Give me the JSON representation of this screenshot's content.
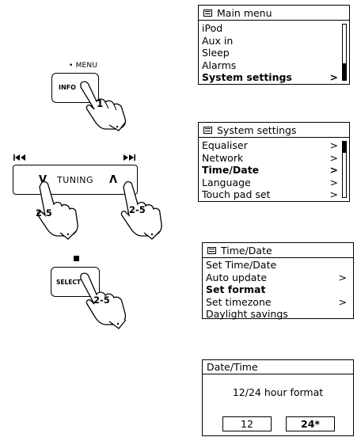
{
  "left_panel": {
    "info": {
      "label_above": "• MENU",
      "key_label": "INFO",
      "step": "1"
    },
    "tuning": {
      "prev_icon": "skip-back-icon",
      "next_icon": "skip-forward-icon",
      "down": "V",
      "label": "TUNING",
      "up": "Λ",
      "step_left": "2-5",
      "step_right": "2-5"
    },
    "select": {
      "stop_icon": "stop-icon",
      "key_label": "SELECT",
      "step": "2-5"
    }
  },
  "screens": {
    "main_menu": {
      "title": "Main menu",
      "items": [
        {
          "label": "iPod",
          "bold": false
        },
        {
          "label": "Aux in",
          "bold": false
        },
        {
          "label": "Sleep",
          "bold": false
        },
        {
          "label": "Alarms",
          "bold": false
        },
        {
          "label": "System settings",
          "bold": true,
          "arrow": ">"
        }
      ],
      "scroll_fraction": 0.3
    },
    "system_settings": {
      "title": "System settings",
      "items": [
        {
          "label": "Equaliser",
          "arrow": ">"
        },
        {
          "label": "Network",
          "arrow": ">"
        },
        {
          "label": "Time/Date",
          "arrow": ">",
          "bold": true
        },
        {
          "label": "Language",
          "arrow": ">"
        },
        {
          "label": "Touch pad set",
          "arrow": ">"
        }
      ],
      "scroll_fraction": 0.2
    },
    "time_date": {
      "title": "Time/Date",
      "items": [
        {
          "label": "Set Time/Date",
          "arrow": ""
        },
        {
          "label": "Auto update",
          "arrow": ">"
        },
        {
          "label": "Set format",
          "arrow": "",
          "bold": true
        },
        {
          "label": "Set timezone",
          "arrow": ">"
        },
        {
          "label": "Daylight savings",
          "arrow": ""
        }
      ]
    },
    "date_time_format": {
      "title": "Date/Time",
      "heading": "12/24 hour format",
      "options": [
        "12",
        "24*"
      ],
      "selected_index": 1
    }
  }
}
